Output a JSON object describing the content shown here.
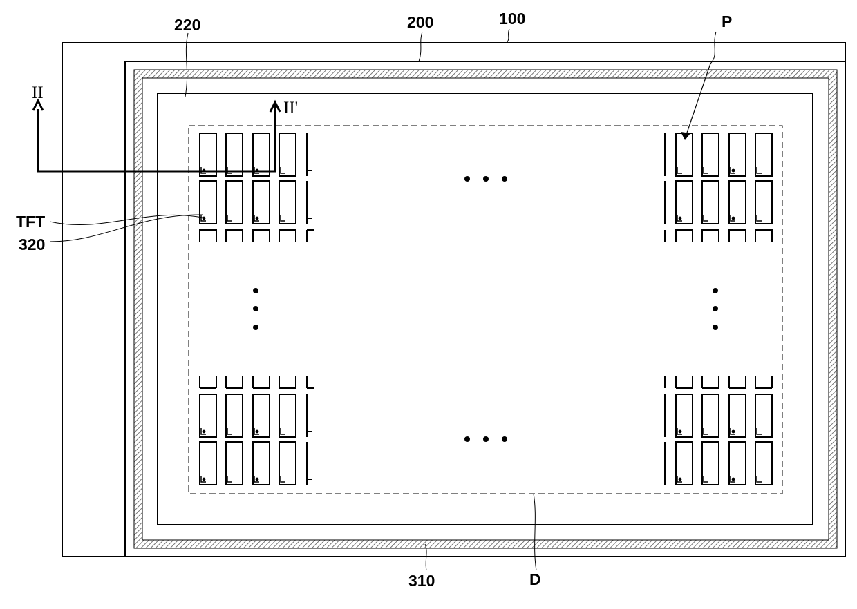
{
  "labels": {
    "substrate": "100",
    "encapsulation": "200",
    "layer_220": "220",
    "sealant": "310",
    "display_area": "D",
    "pixel": "P",
    "tft": "TFT",
    "layer_320": "320",
    "section_start": "II",
    "section_end": "II'"
  },
  "pixel_array": {
    "top_rows": 2,
    "bottom_rows": 2,
    "left_columns": 4,
    "right_columns": 4,
    "continuation_marks": "…"
  },
  "colors": {
    "line": "#000000",
    "hatch": "#555555",
    "background": "#ffffff"
  }
}
